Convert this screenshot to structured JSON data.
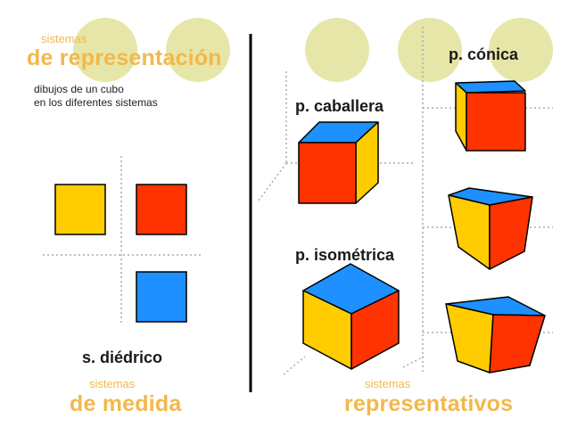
{
  "left_panel": {
    "subtitle_small": "sistemas",
    "title": "de representación",
    "description_line1": "dibujos de un cubo",
    "description_line2": "en los diferentes sistemas",
    "diedrico_label": "s. diédrico",
    "bottom_small": "sistemas",
    "bottom_title": "de medida"
  },
  "right_panel": {
    "conica_label": "p. cónica",
    "caballera_label": "p. caballera",
    "isometrica_label": "p. isométrica",
    "bottom_small": "sistemas",
    "bottom_title": "representativos"
  },
  "colors": {
    "yellow": "#ffcc00",
    "red": "#ff3300",
    "blue": "#1e90ff",
    "accent_orange": "#f2b84b",
    "circle_fill": "#e6e6a8"
  }
}
